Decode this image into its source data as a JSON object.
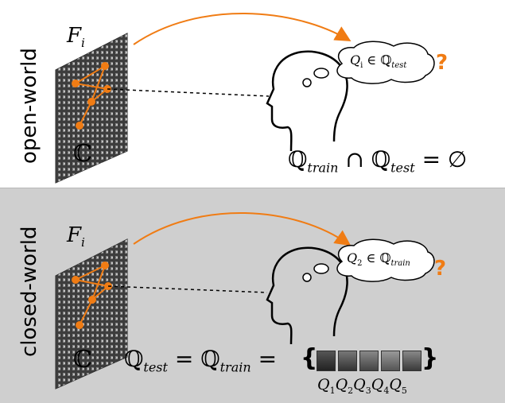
{
  "colors": {
    "accent": "#f07c14",
    "bottom_bg": "#cfcfcf"
  },
  "top": {
    "side_label": "open-world",
    "feature": "F",
    "feature_sub": "i",
    "corpus": "ℂ",
    "thought_q": "Q",
    "thought_q_sub": "i",
    "thought_rel": "∈ ℚ",
    "thought_set_sub": "test",
    "question": "?",
    "eq_left": "ℚ",
    "eq_left_sub": "train",
    "eq_op": "∩ ℚ",
    "eq_right_sub": "test",
    "eq_tail": "= ∅"
  },
  "bottom": {
    "side_label": "closed-world",
    "feature": "F",
    "feature_sub": "i",
    "corpus": "ℂ",
    "thought_q": "Q",
    "thought_q_sub": "2",
    "thought_rel": "∈ ℚ",
    "thought_set_sub": "train",
    "question": "?",
    "eq_a": "ℚ",
    "eq_a_sub": "test",
    "eq_b": "= ℚ",
    "eq_b_sub": "train",
    "eq_c": "=",
    "brace_open": "{",
    "brace_close": "}",
    "face_labels": [
      "Q",
      "Q",
      "Q",
      "Q",
      "Q"
    ],
    "face_subs": [
      "1",
      "2",
      "3",
      "4",
      "5"
    ]
  }
}
